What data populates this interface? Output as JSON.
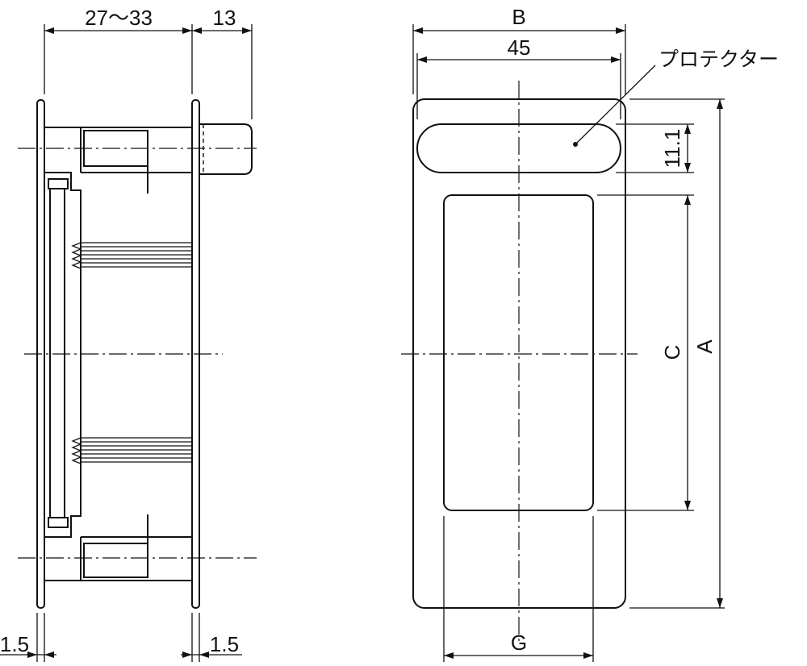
{
  "side_view": {
    "dim_depth": "27〜33",
    "dim_protrusion": "13",
    "dim_left_thickness": "1.5",
    "dim_right_thickness": "1.5"
  },
  "front_view": {
    "dim_b": "B",
    "dim_width": "45",
    "dim_protector_height": "11.1",
    "dim_c": "C",
    "dim_a": "A",
    "dim_g": "G",
    "label_protector": "プロテクター"
  }
}
